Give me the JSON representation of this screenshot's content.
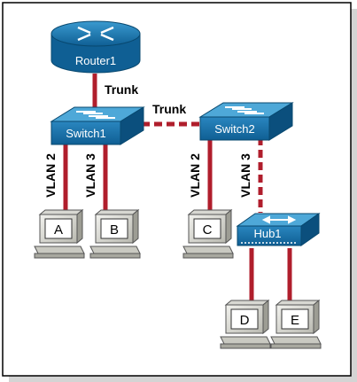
{
  "devices": {
    "router": "Router1",
    "switch1": "Switch1",
    "switch2": "Switch2",
    "hub": "Hub1"
  },
  "links": {
    "router_switch1": "Trunk",
    "switch1_switch2": "Trunk",
    "a": "VLAN 2",
    "b": "VLAN 3",
    "c": "VLAN 2",
    "hub": "VLAN 3"
  },
  "pcs": [
    "A",
    "B",
    "C",
    "D",
    "E"
  ],
  "colors": {
    "device_body": "#1f7fb3",
    "device_top": "#4ea8d8",
    "link": "#b01e2c",
    "frame": "#000000",
    "shadow": "#cfcfcf"
  }
}
